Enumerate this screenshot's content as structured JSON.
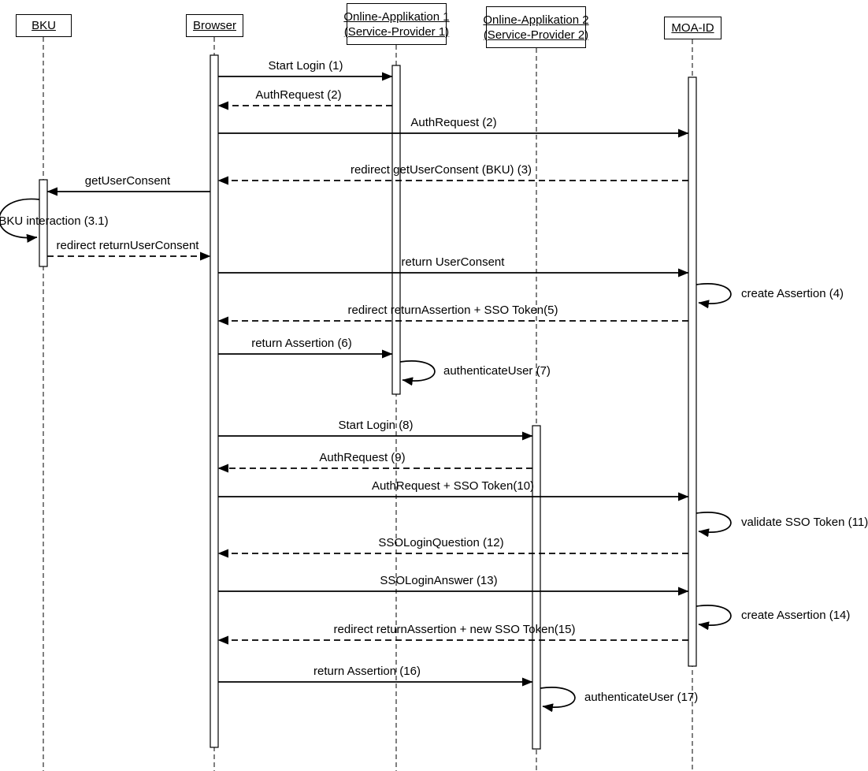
{
  "diagram": {
    "type": "uml-sequence"
  },
  "participants": [
    {
      "id": "bku",
      "lines": [
        "BKU"
      ]
    },
    {
      "id": "browser",
      "lines": [
        "Browser"
      ]
    },
    {
      "id": "oa1",
      "lines": [
        "Online-Applikation 1",
        "(Service-Provider 1)"
      ]
    },
    {
      "id": "oa2",
      "lines": [
        "Online-Applikation 2",
        "(Service-Provider 2)"
      ]
    },
    {
      "id": "moaid",
      "lines": [
        "MOA-ID"
      ]
    }
  ],
  "messages": [
    {
      "label": "Start Login (1)",
      "from": "browser",
      "to": "oa1",
      "style": "solid"
    },
    {
      "label": "AuthRequest (2)",
      "from": "oa1",
      "to": "browser",
      "style": "dashed"
    },
    {
      "label": "AuthRequest (2)",
      "from": "browser",
      "to": "moaid",
      "style": "solid"
    },
    {
      "label": "redirect getUserConsent (BKU) (3)",
      "from": "moaid",
      "to": "browser",
      "style": "dashed"
    },
    {
      "label": "getUserConsent",
      "from": "browser",
      "to": "bku",
      "style": "solid"
    },
    {
      "label": "BKU interaction (3.1)",
      "from": "bku",
      "to": "bku",
      "style": "self"
    },
    {
      "label": "redirect returnUserConsent",
      "from": "bku",
      "to": "browser",
      "style": "dashed"
    },
    {
      "label": "return UserConsent",
      "from": "browser",
      "to": "moaid",
      "style": "solid"
    },
    {
      "label": "create Assertion (4)",
      "from": "moaid",
      "to": "moaid",
      "style": "self"
    },
    {
      "label": "redirect returnAssertion + SSO Token(5)",
      "from": "moaid",
      "to": "browser",
      "style": "dashed"
    },
    {
      "label": "return Assertion (6)",
      "from": "browser",
      "to": "oa1",
      "style": "solid"
    },
    {
      "label": "authenticateUser (7)",
      "from": "oa1",
      "to": "oa1",
      "style": "self"
    },
    {
      "label": "Start Login (8)",
      "from": "browser",
      "to": "oa2",
      "style": "solid"
    },
    {
      "label": "AuthRequest (9)",
      "from": "oa2",
      "to": "browser",
      "style": "dashed"
    },
    {
      "label": "AuthRequest + SSO Token(10)",
      "from": "browser",
      "to": "moaid",
      "style": "solid"
    },
    {
      "label": "validate SSO Token (11)",
      "from": "moaid",
      "to": "moaid",
      "style": "self"
    },
    {
      "label": "SSOLoginQuestion (12)",
      "from": "moaid",
      "to": "browser",
      "style": "dashed"
    },
    {
      "label": "SSOLoginAnswer (13)",
      "from": "browser",
      "to": "moaid",
      "style": "solid"
    },
    {
      "label": "create Assertion (14)",
      "from": "moaid",
      "to": "moaid",
      "style": "self"
    },
    {
      "label": "redirect returnAssertion + new SSO Token(15)",
      "from": "moaid",
      "to": "browser",
      "style": "dashed"
    },
    {
      "label": "return Assertion (16)",
      "from": "browser",
      "to": "oa2",
      "style": "solid"
    },
    {
      "label": "authenticateUser (17)",
      "from": "oa2",
      "to": "oa2",
      "style": "self"
    }
  ]
}
